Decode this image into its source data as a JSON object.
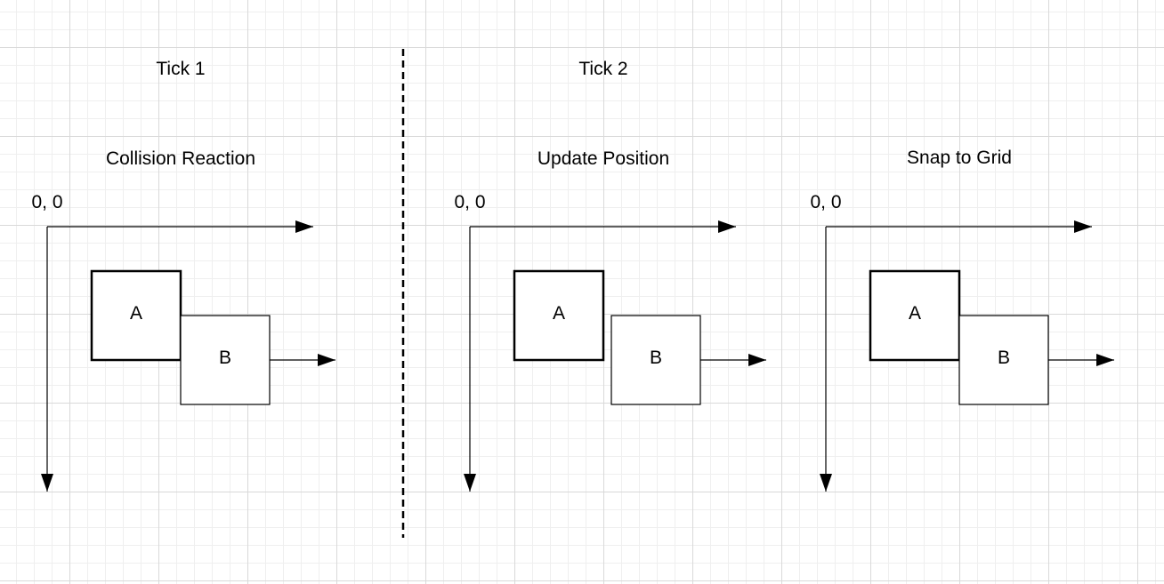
{
  "ticks": [
    {
      "label": "Tick 1"
    },
    {
      "label": "Tick 2"
    }
  ],
  "panels": [
    {
      "title": "Collision Reaction",
      "origin_label": "0, 0",
      "box_a_label": "A",
      "box_b_label": "B"
    },
    {
      "title": "Update Position",
      "origin_label": "0, 0",
      "box_a_label": "A",
      "box_b_label": "B"
    },
    {
      "title": "Snap to Grid",
      "origin_label": "0, 0",
      "box_a_label": "A",
      "box_b_label": "B"
    }
  ],
  "colors": {
    "stroke": "#000000",
    "grid_major": "#d9d9d9",
    "grid_minor": "#efefef",
    "background": "#ffffff"
  }
}
